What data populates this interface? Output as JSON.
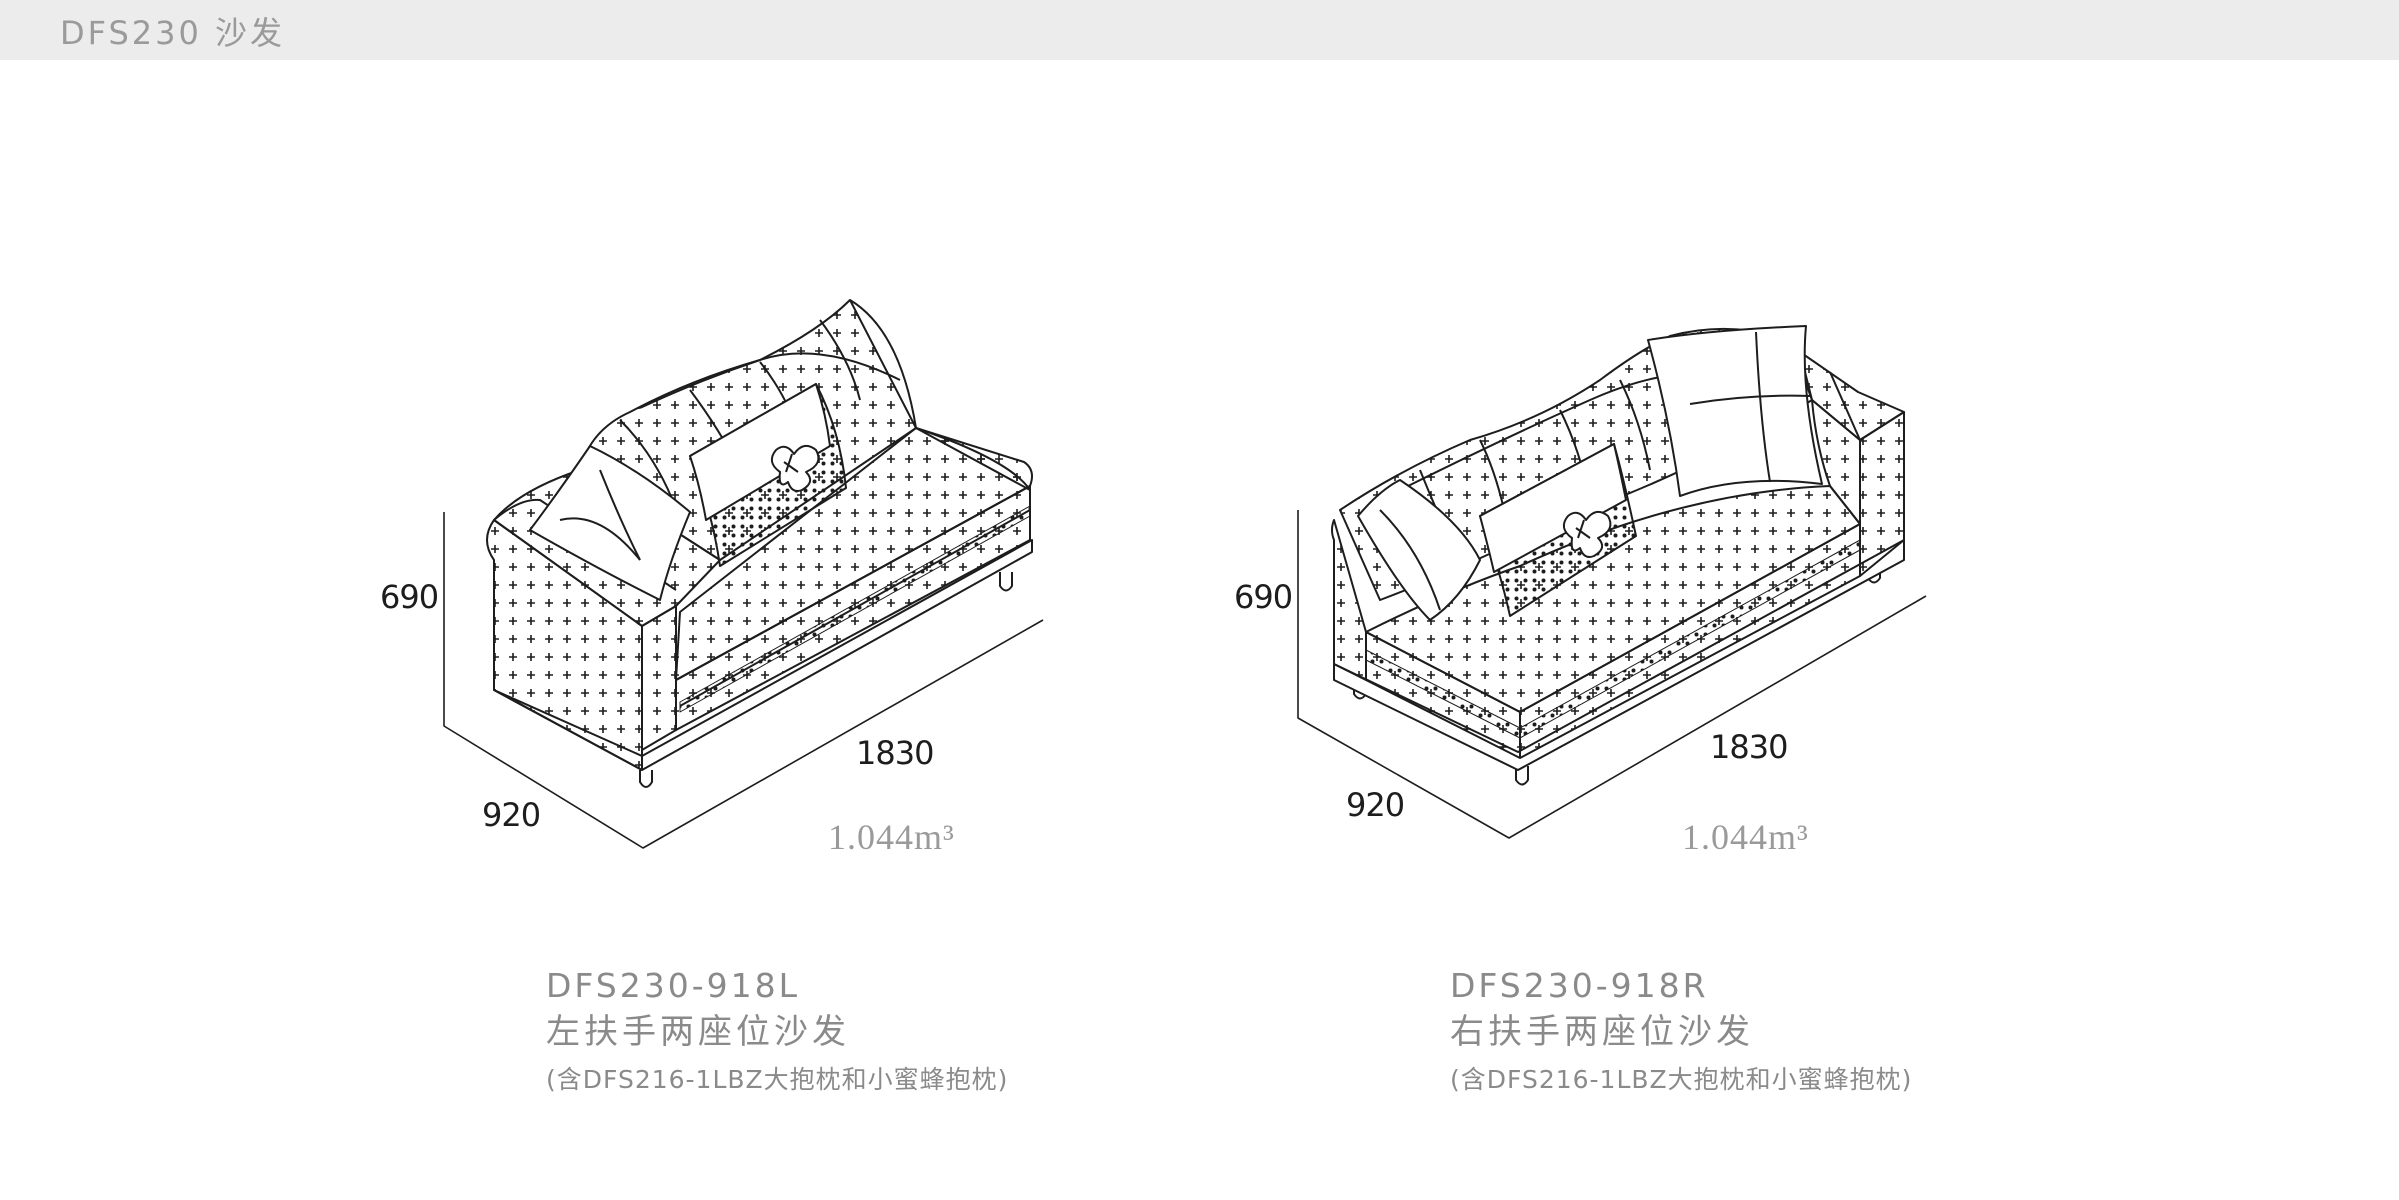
{
  "header": {
    "title": "DFS230 沙发"
  },
  "products": [
    {
      "code": "DFS230-918L",
      "name": "左扶手两座位沙发",
      "note": "(含DFS216-1LBZ大抱枕和小蜜蜂抱枕)",
      "dimensions": {
        "height": "690",
        "depth": "920",
        "width": "1830"
      },
      "volume": "1.044m³"
    },
    {
      "code": "DFS230-918R",
      "name": "右扶手两座位沙发",
      "note": "(含DFS216-1LBZ大抱枕和小蜜蜂抱枕)",
      "dimensions": {
        "height": "690",
        "depth": "920",
        "width": "1830"
      },
      "volume": "1.044m³"
    }
  ],
  "colors": {
    "header_bg": "#ececec",
    "header_text": "#9a9a9a",
    "line": "#1d1d1d",
    "caption": "#8a8a8a"
  }
}
